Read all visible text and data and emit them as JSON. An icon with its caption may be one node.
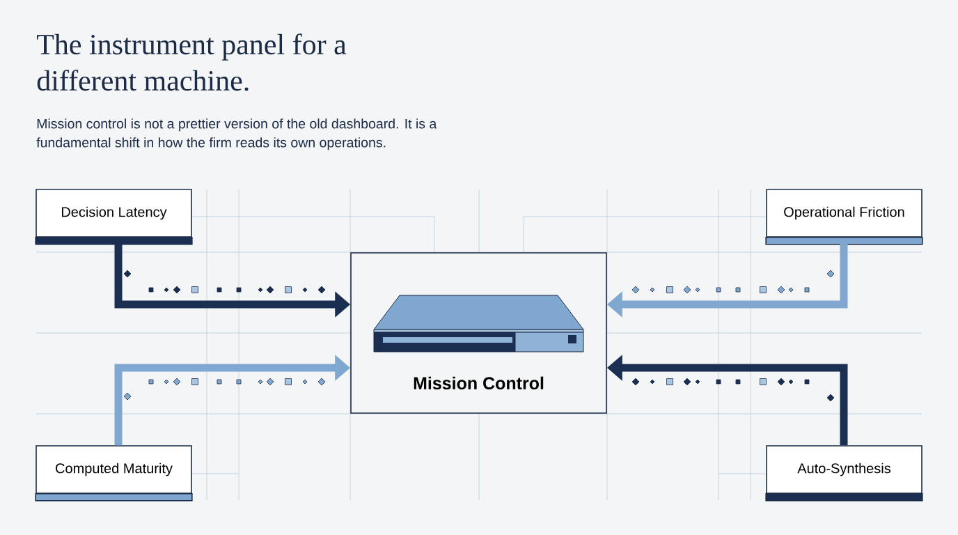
{
  "diagram": {
    "title": "The instrument panel for a different machine.",
    "nodes": [
      {
        "text": [
          "Decision Latency"
        ]
      },
      {
        "text": [
          "Operational Friction"
        ]
      },
      {
        "text": [
          "Mission Control"
        ]
      },
      {
        "text": [
          "Computed Maturity"
        ]
      },
      {
        "text": [
          "Auto-Synthesis"
        ]
      }
    ],
    "edges": [
      {
        "from": 0,
        "to": 2,
        "arrow": "to",
        "color": "#1b2f52"
      },
      {
        "from": 1,
        "to": 2,
        "arrow": "to",
        "color": "#7fa7cf"
      },
      {
        "from": 3,
        "to": 2,
        "arrow": "to",
        "color": "#7fa7cf"
      },
      {
        "from": 4,
        "to": 2,
        "arrow": "to",
        "color": "#1b2f52"
      }
    ],
    "labels": [
      "Mission control is not a prettier version of the old dashboard. It is a fundamental shift in how the firm reads its own operations."
    ]
  }
}
